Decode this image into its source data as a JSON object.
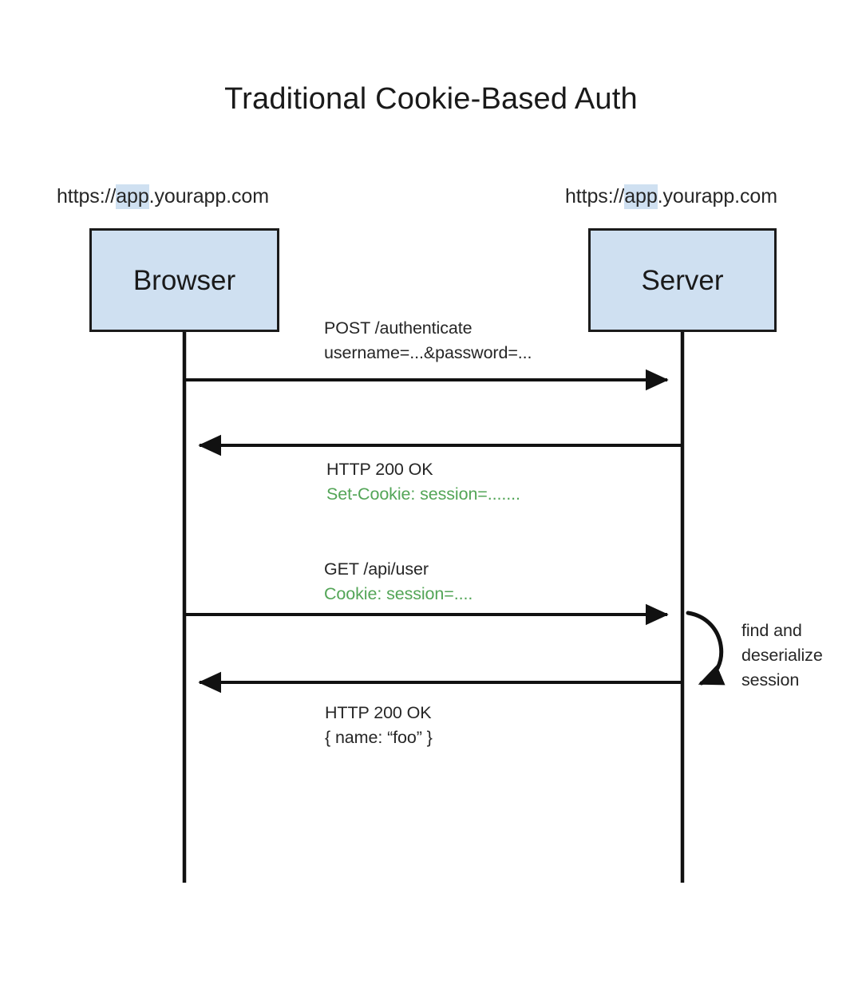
{
  "diagram": {
    "title": "Traditional Cookie-Based Auth",
    "type": "sequence-diagram",
    "colors": {
      "actor_fill": "#cfe0f1",
      "actor_border": "#1b1b1b",
      "highlight": "#cfe0f1",
      "header_text": "#262626",
      "secondary_text": "#53a557",
      "line": "#111111",
      "background": "#ffffff"
    },
    "actors": [
      {
        "id": "browser",
        "label": "Browser",
        "url_prefix": "https://",
        "url_highlight": "app",
        "url_suffix": ".yourapp.com",
        "url_full": "https://app.yourapp.com"
      },
      {
        "id": "server",
        "label": "Server",
        "url_prefix": "https://",
        "url_highlight": "app",
        "url_suffix": ".yourapp.com",
        "url_full": "https://app.yourapp.com"
      }
    ],
    "messages": [
      {
        "id": "post-authenticate",
        "from": "browser",
        "to": "server",
        "direction": "right",
        "line1": "POST /authenticate",
        "line2": "username=...&password=...",
        "line2_style": "plain"
      },
      {
        "id": "auth-response",
        "from": "server",
        "to": "browser",
        "direction": "left",
        "line1": "HTTP 200 OK",
        "line2": "Set-Cookie: session=.......",
        "line2_style": "green"
      },
      {
        "id": "get-api-user",
        "from": "browser",
        "to": "server",
        "direction": "right",
        "line1": "GET /api/user",
        "line2": "Cookie: session=....",
        "line2_style": "green"
      },
      {
        "id": "api-response",
        "from": "server",
        "to": "browser",
        "direction": "left",
        "line1": "HTTP 200 OK",
        "line2": "{  name: “foo” }",
        "line2_style": "plain"
      }
    ],
    "self_message": {
      "id": "find-deserialize-session",
      "actor": "server",
      "line1": "find and",
      "line2": "deserialize",
      "line3": "session"
    }
  }
}
